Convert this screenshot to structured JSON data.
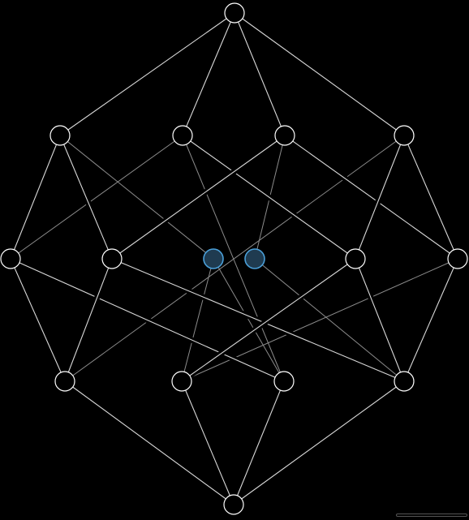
{
  "graph": {
    "type": "hypercube-projection",
    "node_count": 16,
    "edge_count": 32,
    "highlighted_nodes": [
      "n08",
      "n09"
    ],
    "colors": {
      "background": "#000000",
      "edge": "#d9d9d9",
      "hidden_edge": "#8c8c8c",
      "node_stroke": "#ffffff",
      "node_fill": "#000000",
      "highlight_fill": "#1f3b50",
      "highlight_stroke": "#4a9fd8"
    }
  }
}
